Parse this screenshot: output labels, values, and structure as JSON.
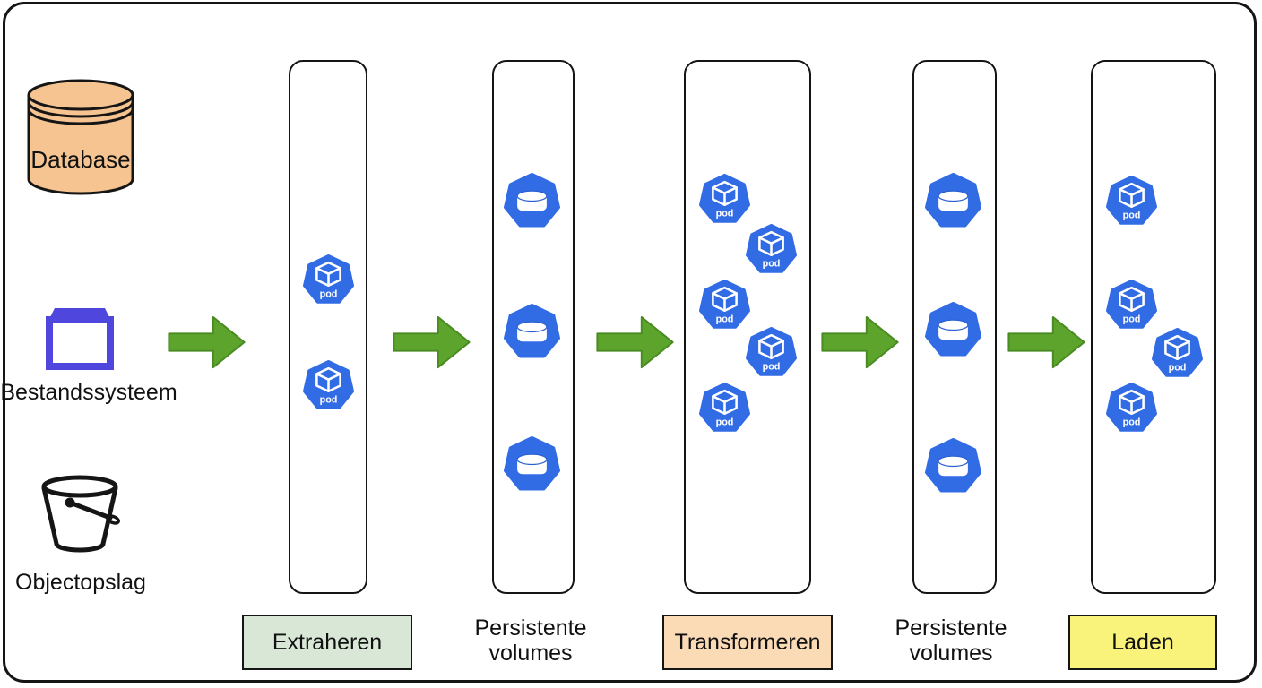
{
  "sources": [
    {
      "id": "database",
      "label": "Database",
      "icon": "database-cylinder-icon"
    },
    {
      "id": "filesystem",
      "label": "Bestandssysteem",
      "icon": "filesystem-icon"
    },
    {
      "id": "object-storage",
      "label": "Objectopslag",
      "icon": "bucket-icon"
    }
  ],
  "stages": [
    {
      "id": "extract",
      "label": "Extraheren",
      "kind": "stage-box",
      "fill": "#d9e8d6",
      "pod_count": 2
    },
    {
      "id": "pv-after-extract",
      "label": "Persistente volumes",
      "kind": "plain-text",
      "volume_count": 3
    },
    {
      "id": "transform",
      "label": "Transformeren",
      "kind": "stage-box",
      "fill": "#fbdab6",
      "pod_count": 5
    },
    {
      "id": "pv-after-transform",
      "label": "Persistente volumes",
      "kind": "plain-text",
      "volume_count": 3
    },
    {
      "id": "load",
      "label": "Laden",
      "kind": "stage-box",
      "fill": "#f9f27b",
      "pod_count": 4
    }
  ],
  "icons": {
    "pod_label": "pod",
    "kubernetes_blue": "#326ce5",
    "arrow_green": "#5ca42c",
    "arrow_green_border": "#4a8a22",
    "database_orange": "#f6c491",
    "filesystem_purple": "#4f46dd",
    "outline_black": "#151515"
  },
  "flow_arrow_count": 5
}
